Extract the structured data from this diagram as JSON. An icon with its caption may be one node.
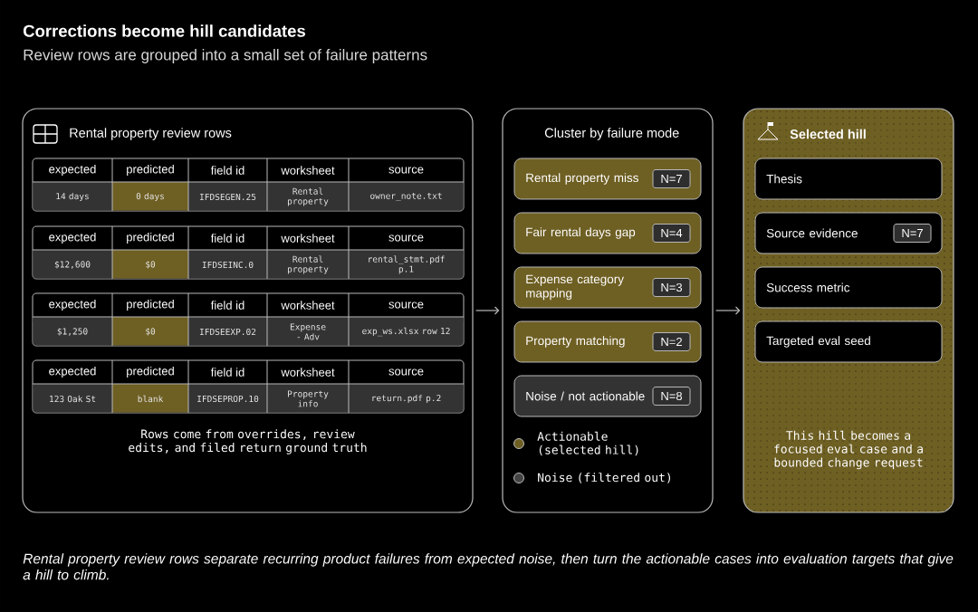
{
  "diagram": {
    "title": "Corrections become hill candidates",
    "nodes": [
      {
        "text": [
          "Rental property review rows",
          "Rows come from overrides, review edits, and filed return ground truth"
        ]
      },
      {
        "text": [
          "expected",
          "predicted",
          "field id",
          "worksheet",
          "source",
          "14 days",
          "0 days",
          "IFDSEGEN.25",
          "Rental property",
          "owner_note.txt"
        ],
        "in": 0
      },
      {
        "text": [
          "expected",
          "predicted",
          "field id",
          "worksheet",
          "source",
          "$12,600",
          "$0",
          "IFDSEINC.0",
          "Rental property",
          "rental_stmt.pdf p.1"
        ],
        "in": 0
      },
      {
        "text": [
          "expected",
          "predicted",
          "field id",
          "worksheet",
          "source",
          "$1,250",
          "$0",
          "IFDSEEXP.02",
          "Expense - Adv",
          "exp_ws.xlsx row 12"
        ],
        "in": 0
      },
      {
        "text": [
          "expected",
          "predicted",
          "field id",
          "worksheet",
          "source",
          "123 Oak St",
          "blank",
          "IFDSEPROP.10",
          "Property info",
          "return.pdf p.2"
        ],
        "in": 0
      },
      {
        "text": [
          "Cluster by failure mode"
        ]
      },
      {
        "text": [
          "Rental property miss",
          "N=7"
        ],
        "in": 5
      },
      {
        "text": [
          "Fair rental days gap",
          "N=4"
        ],
        "in": 5
      },
      {
        "text": [
          "Expense category mapping",
          "N=3"
        ],
        "in": 5
      },
      {
        "text": [
          "Property matching",
          "N=2"
        ],
        "in": 5
      },
      {
        "text": [
          "Noise / not actionable",
          "N=8"
        ],
        "in": 5
      },
      {
        "text": [
          "Selected hill",
          "This hill becomes a focused eval case and a bounded change request"
        ]
      },
      {
        "text": [
          "Thesis"
        ],
        "in": 11
      },
      {
        "text": [
          "Source evidence",
          "N=7"
        ],
        "in": 11
      },
      {
        "text": [
          "Success metric"
        ],
        "in": 11
      },
      {
        "text": [
          "Targeted eval seed"
        ],
        "in": 11
      }
    ],
    "edges": [
      {
        "from": 0,
        "to": 5,
        "arrow": "to"
      },
      {
        "from": 5,
        "to": 11,
        "arrow": "to"
      }
    ],
    "labels": [
      "Review rows are grouped into a small set of failure patterns"
    ],
    "legend": [
      {
        "text": "Actionable (selected hill)",
        "color": "#6e5f23"
      },
      {
        "text": "Noise (filtered out)",
        "color": "#444444"
      }
    ],
    "caption": "Rental property review rows separate recurring product failures from expected noise, then turn the actionable cases into evaluation targets that give a hill to climb."
  }
}
